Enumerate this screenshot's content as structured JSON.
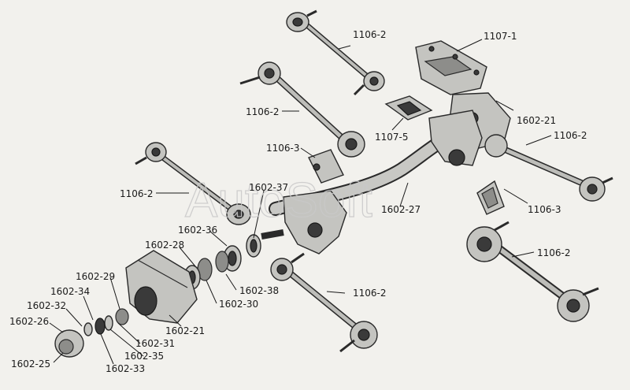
{
  "watermark": "AutoSoft",
  "labels": {
    "l1106_2_a": "1106-2",
    "l1107_1": "1107-1",
    "l1106_2_b": "1106-2",
    "l1602_21_a": "1602-21",
    "l1107_5": "1107-5",
    "l1106_2_c": "1106-2",
    "l1106_3_a": "1106-3",
    "l1106_2_d": "1106-2",
    "l1602_37": "1602-37",
    "l1602_27": "1602-27",
    "l1106_3_b": "1106-3",
    "l1602_36": "1602-36",
    "l1106_2_e": "1106-2",
    "l1602_28": "1602-28",
    "l1602_29": "1602-29",
    "l1602_38": "1602-38",
    "l1106_2_f": "1106-2",
    "l1602_34": "1602-34",
    "l1602_30": "1602-30",
    "l1602_32": "1602-32",
    "l1602_26": "1602-26",
    "l1602_21_b": "1602-21",
    "l1602_31": "1602-31",
    "l1602_35": "1602-35",
    "l1602_25": "1602-25",
    "l1602_33": "1602-33"
  }
}
